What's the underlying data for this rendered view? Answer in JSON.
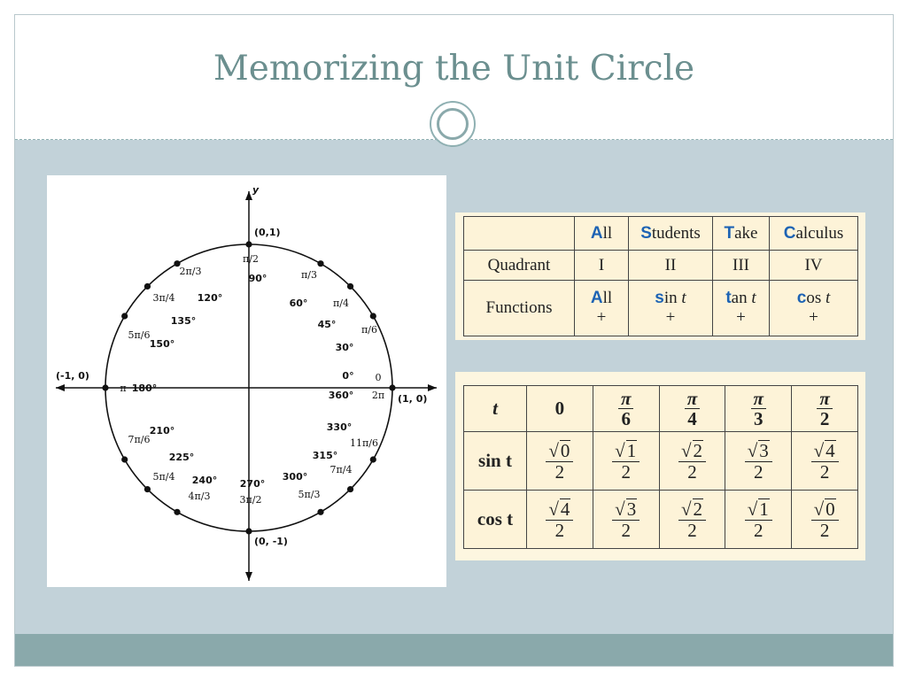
{
  "slide": {
    "title": "Memorizing the Unit Circle"
  },
  "unit_circle": {
    "axis_y": "y",
    "top_point": "(0,1)",
    "bottom_point": "(0, -1)",
    "left_point": "(-1, 0)",
    "right_point": "(1, 0)",
    "angles": [
      {
        "rad": "π/2",
        "deg": "90°"
      },
      {
        "rad": "π/3",
        "deg": "60°"
      },
      {
        "rad": "π/4",
        "deg": "45°"
      },
      {
        "rad": "π/6",
        "deg": "30°"
      },
      {
        "rad": "0",
        "deg": "0°"
      },
      {
        "rad": "2π",
        "deg": "360°"
      },
      {
        "rad": "2π/3",
        "deg": "120°"
      },
      {
        "rad": "3π/4",
        "deg": "135°"
      },
      {
        "rad": "5π/6",
        "deg": "150°"
      },
      {
        "rad": "π",
        "deg": "180°"
      },
      {
        "rad": "7π/6",
        "deg": "210°"
      },
      {
        "rad": "5π/4",
        "deg": "225°"
      },
      {
        "rad": "4π/3",
        "deg": "240°"
      },
      {
        "rad": "3π/2",
        "deg": "270°"
      },
      {
        "rad": "5π/3",
        "deg": "300°"
      },
      {
        "rad": "7π/4",
        "deg": "315°"
      },
      {
        "rad": "11π/6",
        "deg": "330°"
      }
    ]
  },
  "quadrant_table": {
    "header": [
      "All",
      "Students",
      "Take",
      "Calculus"
    ],
    "header_first_letters": [
      "A",
      "S",
      "T",
      "C"
    ],
    "header_rest": [
      "ll",
      "tudents",
      "ake",
      "alculus"
    ],
    "row1_label": "Quadrant",
    "row1": [
      "I",
      "II",
      "III",
      "IV"
    ],
    "row2_label": "Functions",
    "row2_first": [
      "A",
      "s",
      "t",
      "c"
    ],
    "row2_rest": [
      "ll",
      "in ",
      "an ",
      "os "
    ],
    "row2_var": [
      "",
      "t",
      "t",
      "t"
    ],
    "row2_sign": [
      "+",
      "+",
      "+",
      "+"
    ]
  },
  "values_table": {
    "t_label": "t",
    "columns": [
      "0",
      "π/6",
      "π/4",
      "π/3",
      "π/2"
    ],
    "sin_label": "sin t",
    "sin_values": [
      "√0/2",
      "√1/2",
      "√2/2",
      "√3/2",
      "√4/2"
    ],
    "cos_label": "cos t",
    "cos_values": [
      "√4/2",
      "√3/2",
      "√2/2",
      "√1/2",
      "√0/2"
    ],
    "sin_radicands": [
      "0",
      "1",
      "2",
      "3",
      "4"
    ],
    "cos_radicands": [
      "4",
      "3",
      "2",
      "1",
      "0"
    ],
    "denominator": "2",
    "col_numerators": [
      "π",
      "π",
      "π",
      "π"
    ],
    "col_denominators": [
      "6",
      "4",
      "3",
      "2"
    ]
  },
  "colors": {
    "title": "#6b8f8f",
    "content_bg": "#c2d2d9",
    "footer": "#8aa9ab",
    "accent_blue": "#1d63b4",
    "table_bg": "#fdf3d8"
  }
}
